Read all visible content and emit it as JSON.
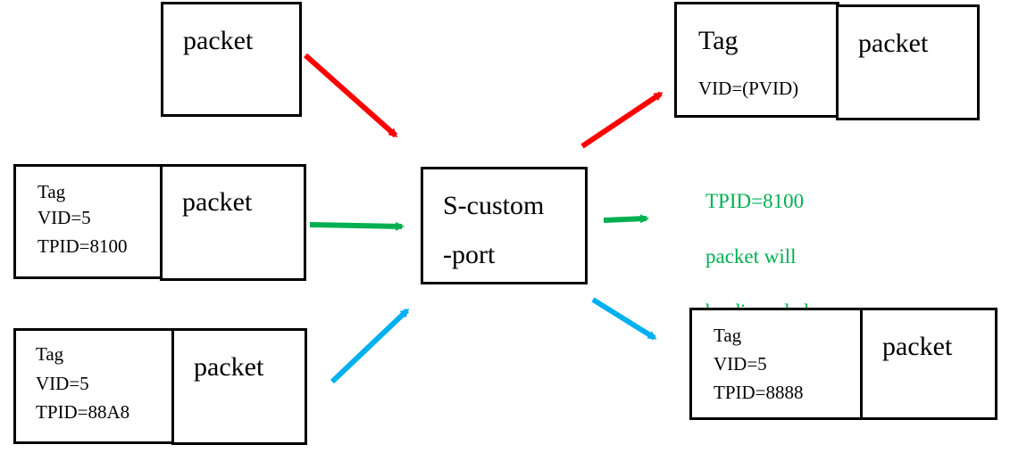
{
  "packet_label": "packet",
  "tag_label": "Tag",
  "inputs": {
    "untagged": {
      "packet": "packet"
    },
    "tpid8100": {
      "tag": "Tag",
      "vid": "VID=5",
      "tpid": "TPID=8100",
      "packet": "packet"
    },
    "tpid88a8": {
      "tag": "Tag",
      "vid": "VID=5",
      "tpid": "TPID=88A8",
      "packet": "packet"
    }
  },
  "port": {
    "line1": "S-custom",
    "line2": "-port"
  },
  "outputs": {
    "pvid": {
      "tag": "Tag",
      "vid": "VID=(PVID)",
      "packet": "packet"
    },
    "discard_note": {
      "line1": "TPID=8100",
      "line2": "packet will",
      "line3": "be discarded"
    },
    "tpid8888": {
      "tag": "Tag",
      "vid": "VID=5",
      "tpid": "TPID=8888",
      "packet": "packet"
    }
  },
  "colors": {
    "red": "#ff0000",
    "green": "#00b050",
    "blue": "#00b0f0",
    "border": "#000000"
  }
}
